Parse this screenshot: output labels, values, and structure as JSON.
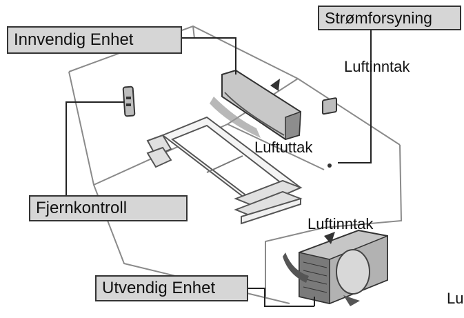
{
  "labels": {
    "indoor_unit": "Innvendig Enhet",
    "power_supply": "Strømforsyning",
    "air_inlet_top": "Luftinntak",
    "air_outlet": "Luftuttak",
    "remote_control": "Fjernkontroll",
    "air_inlet_outdoor": "Luftinntak",
    "outdoor_unit": "Utvendig Enhet",
    "cut_off_text": "Lu"
  },
  "colors": {
    "label_fill": "#d6d6d6",
    "line": "#222222",
    "room_line": "#8a8a8a",
    "unit_fill": "#bdbdbd",
    "unit_dark": "#6e6e6e"
  }
}
